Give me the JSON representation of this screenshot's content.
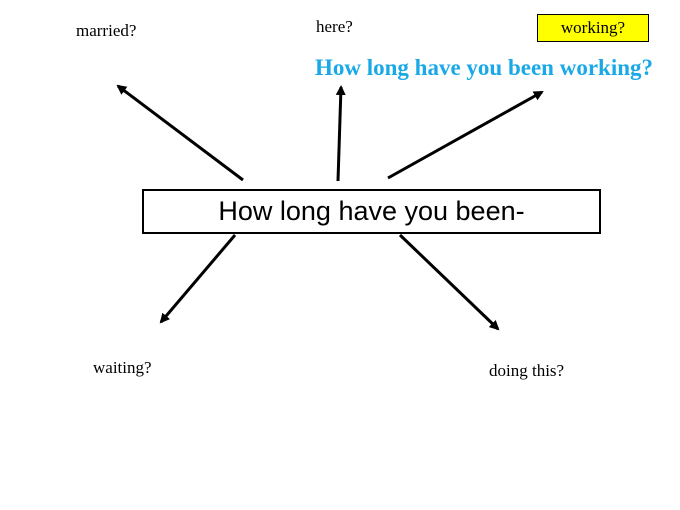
{
  "center_phrase": "How long have you been-",
  "endings": {
    "married": "married?",
    "here": "here?",
    "working": "working?",
    "waiting": "waiting?",
    "doing_this": "doing this?"
  },
  "full_question": "How long have you been working?",
  "colors": {
    "highlight_fill": "#ffff00",
    "question_text": "#1aa9e6",
    "arrow": "#000000"
  }
}
